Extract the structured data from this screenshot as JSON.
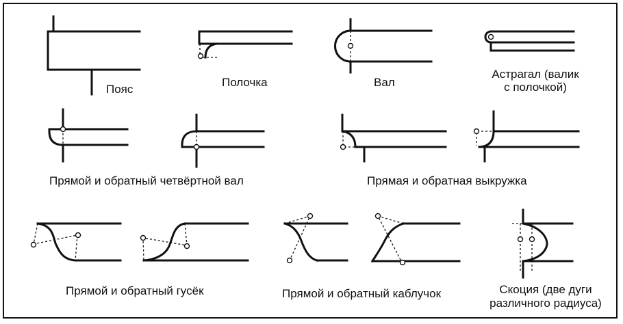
{
  "labels": {
    "poyas": "Пояс",
    "polochka": "Полочка",
    "val": "Вал",
    "astragal_line1": "Астрагал (валик",
    "astragal_line2": "с полочкой)",
    "quarter_round": "Прямой и обратный четвёртной вал",
    "cavetto": "Прямая и обратная выкружка",
    "cyma_recta": "Прямой и обратный гусёк",
    "cyma_reversa": "Прямой и обратный каблучок",
    "scotia_line1": "Скоция (две дуги",
    "scotia_line2": "различного радиуса)"
  }
}
